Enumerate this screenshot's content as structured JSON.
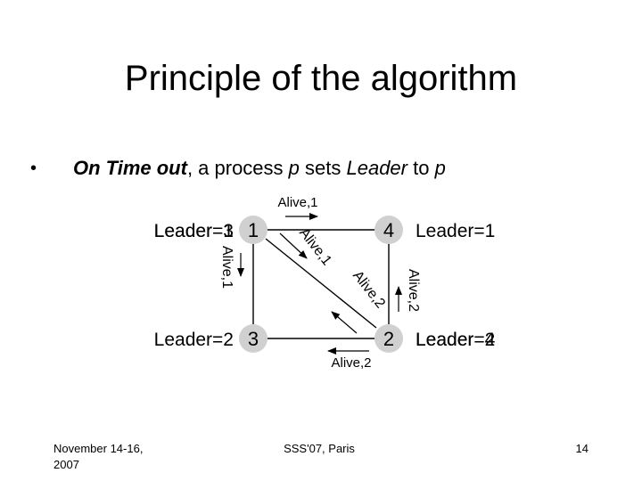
{
  "slide": {
    "title": "Principle of the algorithm",
    "bullet": {
      "marker": "•",
      "part1": "On Time out",
      "part2": ", a process ",
      "part3": "p",
      "part4": " sets ",
      "part5": "Leader",
      "part6": " to ",
      "part7": "p"
    }
  },
  "diagram": {
    "nodes": {
      "n1": "1",
      "n2": "2",
      "n3": "3",
      "n4": "4"
    },
    "leaders": {
      "l1": "Leader=1",
      "l1_overlay": "Leader=3",
      "l2": "Leader=4",
      "l2_overlay": "Leader=2",
      "l3": "Leader=2",
      "l4": "Leader=1"
    },
    "messages": {
      "top": "Alive,1",
      "bottom": "Alive,2",
      "left": "Alive,1",
      "right": "Alive,2",
      "diag_upper": "Alive,1",
      "diag_lower": "Alive,2"
    }
  },
  "footer": {
    "date": "November 14-16, 2007",
    "date_line1": "November 14-16,",
    "date_line2": "2007",
    "venue": "SSS'07, Paris",
    "page": "14"
  },
  "colors": {
    "background": "#ffffff",
    "node_fill": "#d0d0d0",
    "line": "#000000"
  }
}
